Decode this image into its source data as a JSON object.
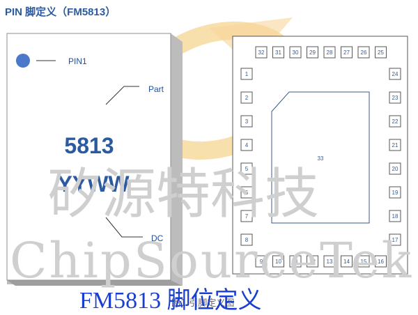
{
  "header": {
    "title": "PIN 脚定义（FM5813）"
  },
  "chip_top": {
    "pin1_label": "PIN1",
    "part_label": "Part",
    "part_number": "5813",
    "date_code_text": "YYWW",
    "dc_label": "DC",
    "body_color": "#ffffff",
    "marking_color": "#2c5aa0"
  },
  "pinout": {
    "top_pins": [
      "32",
      "31",
      "30",
      "29",
      "28",
      "27",
      "26",
      "25"
    ],
    "left_pins": [
      "1",
      "2",
      "3",
      "4",
      "5",
      "6",
      "7",
      "8"
    ],
    "right_pins": [
      "24",
      "23",
      "22",
      "21",
      "20",
      "19",
      "18",
      "17"
    ],
    "bottom_pins": [
      "9",
      "10",
      "11",
      "12",
      "13",
      "14",
      "15",
      "16"
    ],
    "center_pad": "33"
  },
  "watermark": {
    "chinese": "矽源特科技",
    "english": "ChipSourceTek"
  },
  "caption": {
    "main": "FM5813 脚位定义",
    "figure": "图1 引脚定义图"
  }
}
